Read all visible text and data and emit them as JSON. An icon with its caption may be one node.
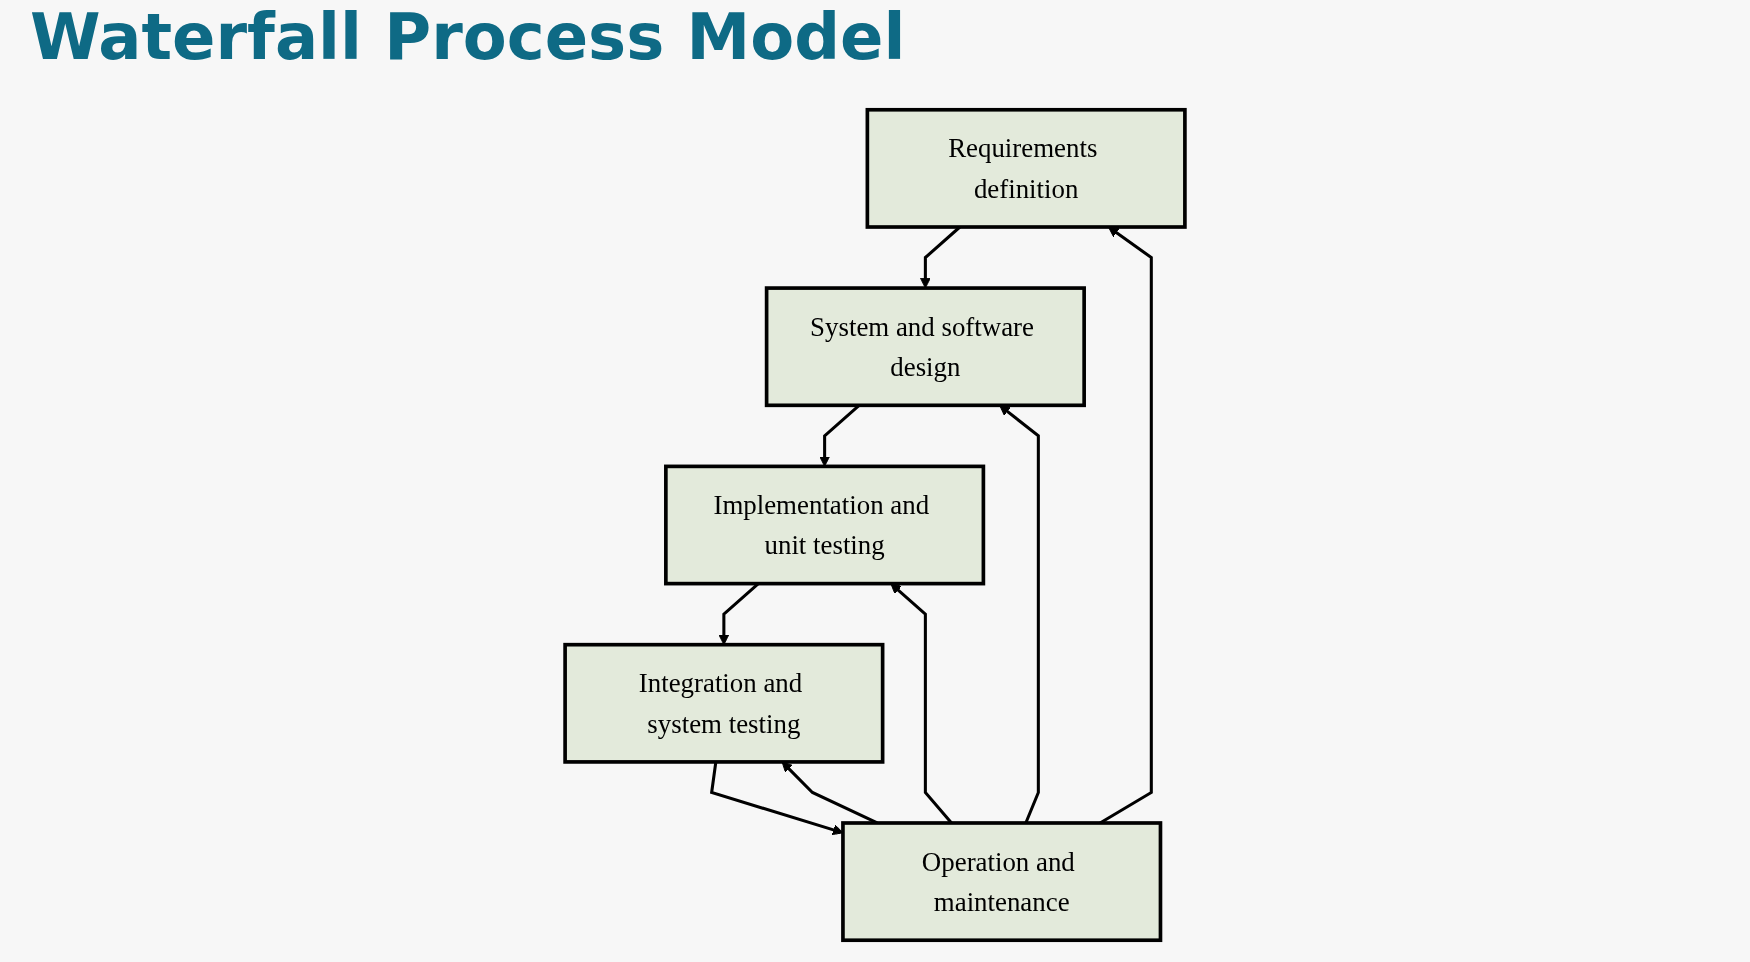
{
  "diagram": {
    "title": "Waterfall Process Model",
    "nodes": [
      {
        "text": [
          "Requirements definition"
        ]
      },
      {
        "text": [
          "System and software design"
        ]
      },
      {
        "text": [
          "Implementation and unit testing"
        ]
      },
      {
        "text": [
          "Integration and system testing"
        ]
      },
      {
        "text": [
          "Operation and maintenance"
        ]
      }
    ],
    "edges": [
      {
        "from": 0,
        "to": 1,
        "arrow": "to"
      },
      {
        "from": 1,
        "to": 2,
        "arrow": "to"
      },
      {
        "from": 2,
        "to": 3,
        "arrow": "to"
      },
      {
        "from": 3,
        "to": 4,
        "arrow": "to"
      },
      {
        "from": 4,
        "to": 3,
        "arrow": "to"
      },
      {
        "from": 4,
        "to": 2,
        "arrow": "to"
      },
      {
        "from": 4,
        "to": 1,
        "arrow": "to"
      },
      {
        "from": 4,
        "to": 0,
        "arrow": "to"
      }
    ]
  }
}
